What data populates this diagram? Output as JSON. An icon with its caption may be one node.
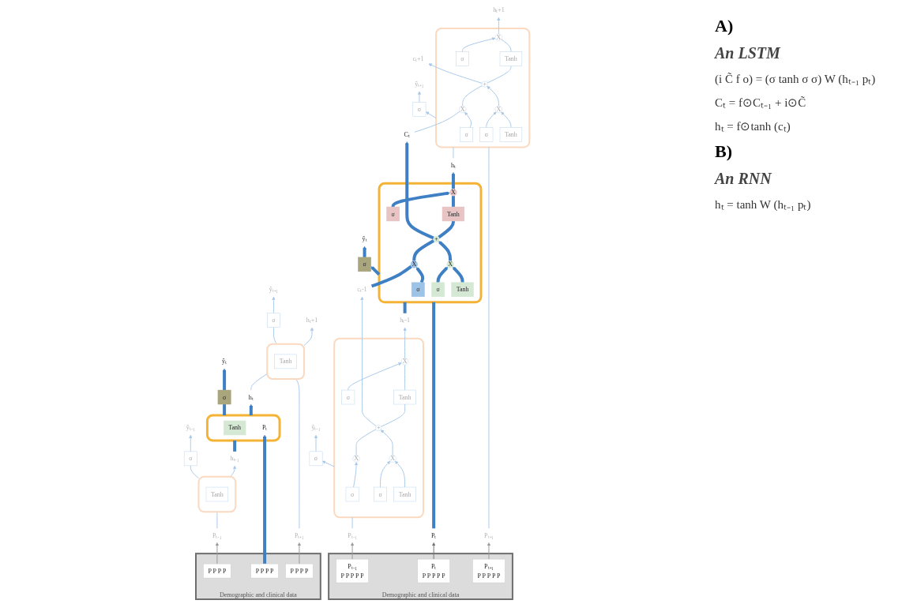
{
  "diagram": {
    "nodes": [
      {
        "text": [],
        "shape": "box"
      },
      {
        "text": [
          "σ"
        ],
        "in": 0
      },
      {
        "text": [
          "σ"
        ],
        "in": 0
      },
      {
        "text": [
          "Tanh"
        ],
        "in": 0
      },
      {
        "text": [
          "σ"
        ],
        "in": 0
      },
      {
        "text": [
          "X"
        ],
        "in": 0
      },
      {
        "text": [
          "+"
        ],
        "in": 0
      },
      {
        "text": [
          "X"
        ],
        "in": 0
      },
      {
        "text": [
          "Tanh"
        ],
        "in": 0
      },
      {
        "text": [
          "X"
        ],
        "in": 0
      },
      {
        "text": [
          "σ"
        ]
      },
      {
        "text": [
          "ŷₜ₋₁"
        ]
      },
      {
        "text": [
          "cₜ-1"
        ]
      },
      {
        "text": [
          "hₜ-1"
        ]
      },
      {
        "text": [
          "Pₜ₋₁"
        ]
      },
      {
        "text": [],
        "shape": "box"
      },
      {
        "text": [
          "σ"
        ],
        "in": 15
      },
      {
        "text": [
          "σ"
        ],
        "in": 15
      },
      {
        "text": [
          "Tanh"
        ],
        "in": 15
      },
      {
        "text": [
          "σ"
        ],
        "in": 15
      },
      {
        "text": [
          "X"
        ],
        "in": 15
      },
      {
        "text": [
          "+"
        ],
        "in": 15
      },
      {
        "text": [
          "X"
        ],
        "in": 15
      },
      {
        "text": [
          "Tanh"
        ],
        "in": 15
      },
      {
        "text": [
          "X"
        ],
        "in": 15
      },
      {
        "text": [
          "σ"
        ]
      },
      {
        "text": [
          "ŷₜ"
        ]
      },
      {
        "text": [
          "Cₜ"
        ]
      },
      {
        "text": [
          "hₜ"
        ]
      },
      {
        "text": [
          "Pₜ"
        ]
      },
      {
        "text": [],
        "shape": "box"
      },
      {
        "text": [
          "σ"
        ],
        "in": 30
      },
      {
        "text": [
          "σ"
        ],
        "in": 30
      },
      {
        "text": [
          "Tanh"
        ],
        "in": 30
      },
      {
        "text": [
          "σ"
        ],
        "in": 30
      },
      {
        "text": [
          "X"
        ],
        "in": 30
      },
      {
        "text": [
          "+"
        ],
        "in": 30
      },
      {
        "text": [
          "X"
        ],
        "in": 30
      },
      {
        "text": [
          "Tanh"
        ],
        "in": 30
      },
      {
        "text": [
          "X"
        ],
        "in": 30
      },
      {
        "text": [
          "σ"
        ]
      },
      {
        "text": [
          "ŷₜ₊₁"
        ]
      },
      {
        "text": [
          "cₜ+1"
        ]
      },
      {
        "text": [
          "hₜ+1"
        ]
      },
      {
        "text": [
          "Pₜ₊₁"
        ]
      },
      {
        "text": [
          "Demographic and clinical data"
        ]
      },
      {
        "text": [
          "Pₜ₋₁",
          "P P P P P"
        ],
        "in": 45
      },
      {
        "text": [
          "Pₜ",
          "P P P P P"
        ],
        "in": 45
      },
      {
        "text": [
          "Pₜ₊₁",
          "P P P P P"
        ],
        "in": 45
      },
      {
        "text": [],
        "shape": "box"
      },
      {
        "text": [
          "Tanh"
        ],
        "in": 49
      },
      {
        "text": [
          "σ"
        ]
      },
      {
        "text": [
          "ŷₜ₋₁"
        ]
      },
      {
        "text": [
          "hₜ₋₁"
        ]
      },
      {
        "text": [
          "Pₜ₋₁"
        ]
      },
      {
        "text": [],
        "shape": "box"
      },
      {
        "text": [
          "Tanh"
        ],
        "in": 55
      },
      {
        "text": [
          "Pₜ"
        ],
        "in": 55
      },
      {
        "text": [
          "σ"
        ]
      },
      {
        "text": [
          "ŷₜ"
        ]
      },
      {
        "text": [
          "hₜ"
        ]
      },
      {
        "text": [],
        "shape": "box"
      },
      {
        "text": [
          "Tanh"
        ],
        "in": 61
      },
      {
        "text": [
          "σ"
        ]
      },
      {
        "text": [
          "ŷₜ₊₁"
        ]
      },
      {
        "text": [
          "hₜ+1"
        ]
      },
      {
        "text": [
          "Pₜ₊₁"
        ]
      },
      {
        "text": [
          "Demographic and clinical data"
        ]
      },
      {
        "text": [
          "P P P P"
        ],
        "in": 67
      },
      {
        "text": [
          "P P P P"
        ],
        "in": 67
      },
      {
        "text": [
          "P P P P"
        ],
        "in": 67
      }
    ],
    "edges": [
      {
        "from": 14,
        "to": 0,
        "arrow": "none"
      },
      {
        "from": 1,
        "to": 5,
        "arrow": "to"
      },
      {
        "from": 2,
        "to": 7,
        "arrow": "to"
      },
      {
        "from": 3,
        "to": 7,
        "arrow": "to"
      },
      {
        "from": 7,
        "to": 6,
        "arrow": "to"
      },
      {
        "from": 5,
        "to": 6,
        "arrow": "none"
      },
      {
        "from": 6,
        "to": 8,
        "arrow": "none"
      },
      {
        "from": 8,
        "to": 9,
        "arrow": "none"
      },
      {
        "from": 4,
        "to": 9,
        "arrow": "to"
      },
      {
        "from": 6,
        "to": 12,
        "arrow": "to"
      },
      {
        "from": 9,
        "to": 13,
        "arrow": "to"
      },
      {
        "from": 0,
        "to": 10,
        "arrow": "to"
      },
      {
        "from": 10,
        "to": 11,
        "arrow": "to"
      },
      {
        "from": 12,
        "to": 20,
        "arrow": "none",
        "style": "thick",
        "color": "#3f7fc4"
      },
      {
        "from": 13,
        "to": 15,
        "arrow": "none",
        "style": "thick",
        "color": "#3f7fc4"
      },
      {
        "from": 29,
        "to": 15,
        "arrow": "none",
        "style": "thick",
        "color": "#3f7fc4"
      },
      {
        "from": 16,
        "to": 20,
        "arrow": "to",
        "style": "thick",
        "color": "#3f7fc4"
      },
      {
        "from": 17,
        "to": 22,
        "arrow": "to",
        "style": "thick",
        "color": "#3f7fc4"
      },
      {
        "from": 18,
        "to": 22,
        "arrow": "to",
        "style": "thick",
        "color": "#3f7fc4"
      },
      {
        "from": 22,
        "to": 21,
        "arrow": "to",
        "style": "thick",
        "color": "#3f7fc4"
      },
      {
        "from": 20,
        "to": 21,
        "arrow": "none",
        "style": "thick",
        "color": "#3f7fc4"
      },
      {
        "from": 21,
        "to": 23,
        "arrow": "none",
        "style": "thick",
        "color": "#3f7fc4"
      },
      {
        "from": 23,
        "to": 24,
        "arrow": "none",
        "style": "thick",
        "color": "#3f7fc4"
      },
      {
        "from": 19,
        "to": 24,
        "arrow": "to",
        "style": "thick",
        "color": "#3f7fc4"
      },
      {
        "from": 21,
        "to": 27,
        "arrow": "to",
        "style": "thick",
        "color": "#3f7fc4"
      },
      {
        "from": 24,
        "to": 28,
        "arrow": "to",
        "style": "thick",
        "color": "#3f7fc4"
      },
      {
        "from": 15,
        "to": 25,
        "arrow": "to",
        "style": "thick",
        "color": "#3f7fc4"
      },
      {
        "from": 25,
        "to": 26,
        "arrow": "to",
        "style": "thick",
        "color": "#3f7fc4"
      },
      {
        "from": 27,
        "to": 35,
        "arrow": "none"
      },
      {
        "from": 28,
        "to": 30,
        "arrow": "none"
      },
      {
        "from": 44,
        "to": 30,
        "arrow": "none"
      },
      {
        "from": 31,
        "to": 35,
        "arrow": "to"
      },
      {
        "from": 32,
        "to": 37,
        "arrow": "to"
      },
      {
        "from": 33,
        "to": 37,
        "arrow": "to"
      },
      {
        "from": 37,
        "to": 36,
        "arrow": "to"
      },
      {
        "from": 35,
        "to": 36,
        "arrow": "none"
      },
      {
        "from": 36,
        "to": 38,
        "arrow": "none"
      },
      {
        "from": 38,
        "to": 39,
        "arrow": "none"
      },
      {
        "from": 34,
        "to": 39,
        "arrow": "to"
      },
      {
        "from": 36,
        "to": 42,
        "arrow": "to"
      },
      {
        "from": 39,
        "to": 43,
        "arrow": "to"
      },
      {
        "from": 30,
        "to": 40,
        "arrow": "to"
      },
      {
        "from": 40,
        "to": 41,
        "arrow": "to"
      },
      {
        "from": 46,
        "to": 14,
        "arrow": "to",
        "color": "#9a9a9a"
      },
      {
        "from": 47,
        "to": 29,
        "arrow": "to",
        "color": "#707070"
      },
      {
        "from": 48,
        "to": 44,
        "arrow": "to",
        "color": "#9a9a9a"
      },
      {
        "from": 54,
        "to": 49,
        "arrow": "none"
      },
      {
        "from": 49,
        "to": 53,
        "arrow": "to"
      },
      {
        "from": 49,
        "to": 51,
        "arrow": "none"
      },
      {
        "from": 51,
        "to": 52,
        "arrow": "to"
      },
      {
        "from": 53,
        "to": 55,
        "arrow": "none",
        "style": "thick",
        "color": "#3f7fc4"
      },
      {
        "from": 69,
        "to": 57,
        "arrow": "to",
        "style": "thick",
        "color": "#3f7fc4"
      },
      {
        "from": 55,
        "to": 60,
        "arrow": "to",
        "style": "thick",
        "color": "#3f7fc4"
      },
      {
        "from": 55,
        "to": 58,
        "arrow": "none",
        "style": "thick",
        "color": "#3f7fc4"
      },
      {
        "from": 58,
        "to": 59,
        "arrow": "to",
        "style": "thick",
        "color": "#3f7fc4"
      },
      {
        "from": 60,
        "to": 61,
        "arrow": "none"
      },
      {
        "from": 66,
        "to": 61,
        "arrow": "none"
      },
      {
        "from": 61,
        "to": 65,
        "arrow": "to"
      },
      {
        "from": 61,
        "to": 63,
        "arrow": "none"
      },
      {
        "from": 63,
        "to": 64,
        "arrow": "to"
      },
      {
        "from": 68,
        "to": 54,
        "arrow": "to",
        "color": "#9a9a9a"
      },
      {
        "from": 70,
        "to": 66,
        "arrow": "to",
        "color": "#9a9a9a"
      }
    ],
    "labels": [
      "A)",
      "An LSTM",
      "(i C̃ f o) = (σ tanh σ σ) W (hₜ₋₁ pₜ)",
      "Cₜ = f⊙Cₜ₋₁ + i⊙C̃",
      "hₜ = f⊙tanh (cₜ)",
      "B)",
      "An RNN",
      "hₜ = tanh W (hₜ₋₁ pₜ)"
    ]
  }
}
